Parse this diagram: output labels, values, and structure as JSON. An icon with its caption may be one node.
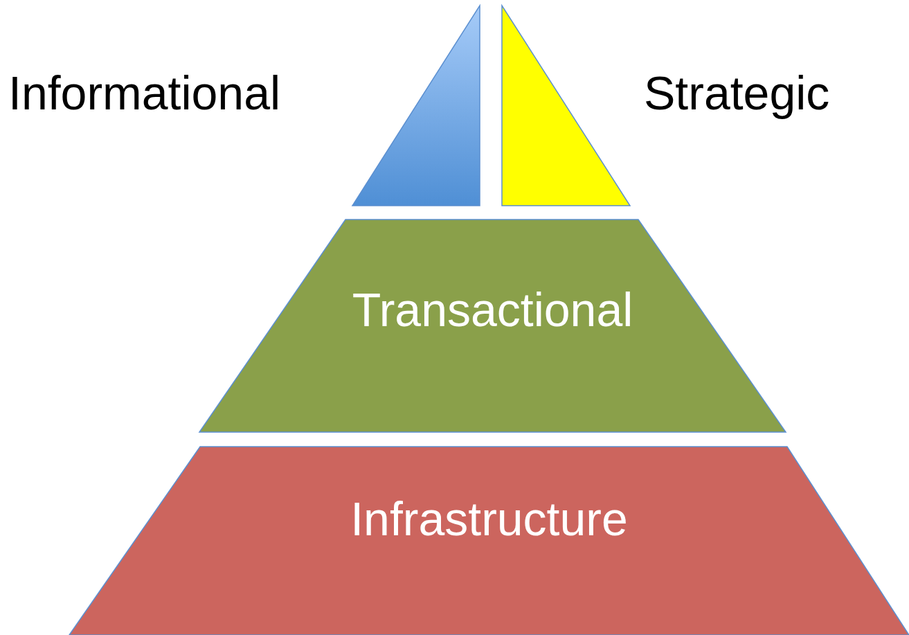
{
  "diagram": {
    "nodes": [
      {
        "text": [
          "Informational"
        ]
      },
      {
        "text": [
          "Strategic"
        ]
      },
      {
        "text": [
          "Transactional"
        ]
      },
      {
        "text": [
          "Infrastructure"
        ]
      }
    ]
  }
}
